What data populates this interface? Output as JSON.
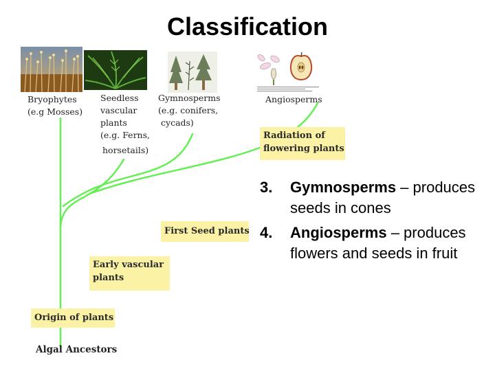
{
  "title": "Classification",
  "groups": {
    "bryophytes": [
      "Bryophytes",
      "(e.g Mosses)"
    ],
    "seedless": [
      "Seedless",
      "vascular",
      "plants",
      "(e.g. Ferns,",
      "horsetails)"
    ],
    "gymnosperms": [
      "Gymnosperms",
      "(e.g. conifers,",
      "cycads)"
    ],
    "angiosperms": "Angiosperms"
  },
  "milestones": {
    "radiation": [
      "Radiation of",
      "flowering plants"
    ],
    "first_seed": "First Seed plants",
    "early_vascular": [
      "Early vascular",
      "plants"
    ],
    "origin": "Origin of plants"
  },
  "root_label": "Algal Ancestors",
  "list": [
    {
      "number": "3.",
      "name": "Gymnosperms",
      "rest": " – produces seeds in cones"
    },
    {
      "number": "4.",
      "name": "Angiosperms",
      "rest": " – produces flowers and seeds in fruit"
    }
  ],
  "colors": {
    "branch": "#66ee55",
    "highlight": "#fbf2a6"
  }
}
